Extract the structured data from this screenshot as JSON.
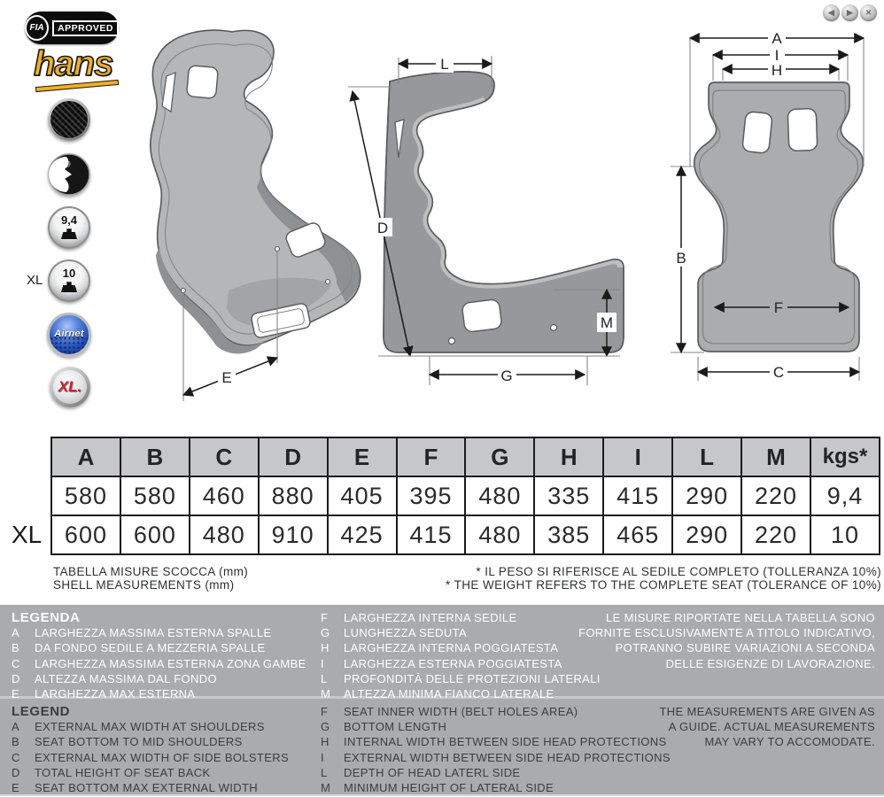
{
  "nav": {
    "prev": "◀",
    "next": "▶",
    "close": "✕"
  },
  "logos": {
    "fia": "FIA",
    "approved": "APPROVED",
    "hans": "hans"
  },
  "badges": {
    "weight_standard": "9,4",
    "weight_xl": "10",
    "weight_xl_prefix": "XL",
    "airnet": "Airnet",
    "xl": "XL."
  },
  "diagram": {
    "a": "A",
    "b": "B",
    "c": "C",
    "d": "D",
    "e": "E",
    "f": "F",
    "g": "G",
    "h": "H",
    "i": "I",
    "l": "L",
    "m": "M"
  },
  "table": {
    "columns": [
      "A",
      "B",
      "C",
      "D",
      "E",
      "F",
      "G",
      "H",
      "I",
      "L",
      "M",
      "kgs*"
    ],
    "rows": [
      {
        "label": "",
        "values": [
          "580",
          "580",
          "460",
          "880",
          "405",
          "395",
          "480",
          "335",
          "415",
          "290",
          "220",
          "9,4"
        ]
      },
      {
        "label": "XL",
        "values": [
          "600",
          "600",
          "480",
          "910",
          "425",
          "415",
          "480",
          "385",
          "465",
          "290",
          "220",
          "10"
        ]
      }
    ]
  },
  "captions": {
    "table_title_it": "TABELLA MISURE SCOCCA (mm)",
    "table_title_en": "SHELL MEASUREMENTS (mm)",
    "weight_note_it": "* IL PESO SI RIFERISCE AL SEDILE COMPLETO (TOLLERANZA 10%)",
    "weight_note_en": "* THE WEIGHT REFERS TO THE COMPLETE SEAT (TOLERANCE OF 10%)"
  },
  "legenda": {
    "title": "LEGENDA",
    "items": [
      {
        "key": "A",
        "text": "LARGHEZZA MASSIMA ESTERNA SPALLE"
      },
      {
        "key": "B",
        "text": "DA FONDO SEDILE A MEZZERIA SPALLE"
      },
      {
        "key": "C",
        "text": "LARGHEZZA MASSIMA ESTERNA ZONA GAMBE"
      },
      {
        "key": "D",
        "text": "ALTEZZA MASSIMA DAL FONDO"
      },
      {
        "key": "E",
        "text": "LARGHEZZA MAX ESTERNA"
      },
      {
        "key": "F",
        "text": "LARGHEZZA INTERNA SEDILE"
      },
      {
        "key": "G",
        "text": "LUNGHEZZA SEDUTA"
      },
      {
        "key": "H",
        "text": "LARGHEZZA INTERNA POGGIATESTA"
      },
      {
        "key": "I",
        "text": "LARGHEZZA ESTERNA POGGIATESTA"
      },
      {
        "key": "L",
        "text": "PROFONDITÀ DELLE PROTEZIONI LATERALI"
      },
      {
        "key": "M",
        "text": "ALTEZZA MINIMA FIANCO LATERALE"
      }
    ],
    "note": [
      "LE MISURE RIPORTATE NELLA TABELLA SONO",
      "FORNITE ESCLUSIVAMENTE A TITOLO INDICATIVO,",
      "POTRANNO SUBIRE VARIAZIONI A SECONDA",
      "DELLE ESIGENZE DI LAVORAZIONE."
    ]
  },
  "legend": {
    "title": "LEGEND",
    "items": [
      {
        "key": "A",
        "text": "EXTERNAL MAX WIDTH AT SHOULDERS"
      },
      {
        "key": "B",
        "text": "SEAT BOTTOM TO MID SHOULDERS"
      },
      {
        "key": "C",
        "text": "EXTERNAL MAX WIDTH OF SIDE BOLSTERS"
      },
      {
        "key": "D",
        "text": "TOTAL HEIGHT OF SEAT BACK"
      },
      {
        "key": "E",
        "text": "SEAT BOTTOM MAX EXTERNAL WIDTH"
      },
      {
        "key": "F",
        "text": "SEAT INNER WIDTH (BELT HOLES AREA)"
      },
      {
        "key": "G",
        "text": "BOTTOM LENGTH"
      },
      {
        "key": "H",
        "text": "INTERNAL WIDTH BETWEEN SIDE HEAD PROTECTIONS"
      },
      {
        "key": "I",
        "text": "EXTERNAL WIDTH BETWEEN SIDE HEAD PROTECTIONS"
      },
      {
        "key": "L",
        "text": "DEPTH OF HEAD LATERL SIDE"
      },
      {
        "key": "M",
        "text": "MINIMUM HEIGHT OF LATERAL SIDE"
      }
    ],
    "note": [
      "THE MEASUREMENTS ARE GIVEN AS",
      "A GUIDE. ACTUAL MEASUREMENTS",
      "MAY VARY TO ACCOMODATE."
    ]
  },
  "colors": {
    "band_gray": "#a9abad",
    "table_header_bg": "#c5c7c9",
    "hans_yellow": "#f0b023",
    "xl_red": "#cf2027",
    "airnet_blue": "#2450b8",
    "seat_light": "#b4b6b8",
    "seat_dark": "#96989b"
  }
}
